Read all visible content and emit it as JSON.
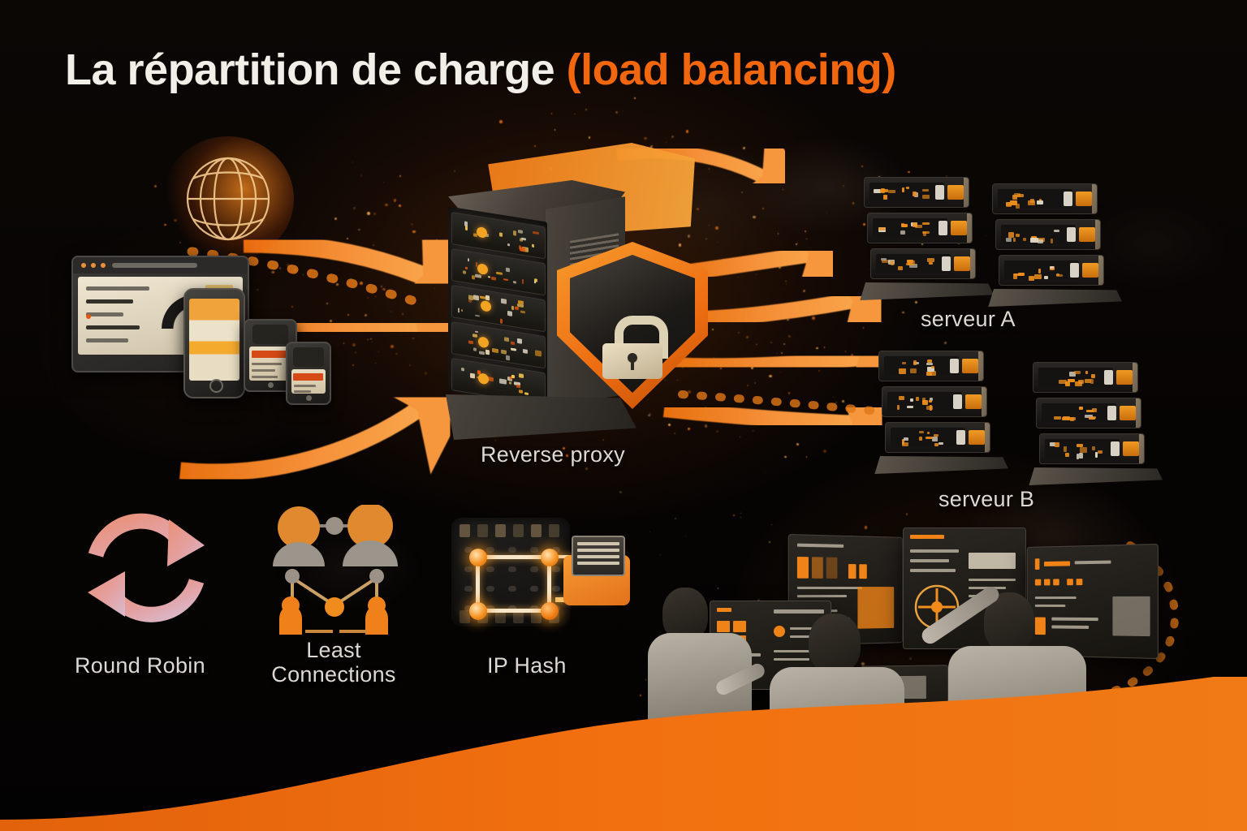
{
  "page": {
    "title_main": "La répartition de charge ",
    "title_accent": "(load balancing)",
    "background_color": "#060403",
    "accent_color": "#f2670e",
    "text_color": "#ddd8d2"
  },
  "nodes": {
    "globe": {
      "icon": "globe-icon"
    },
    "clients": {
      "icon": "client-devices-icon"
    },
    "proxy": {
      "label": "Reverse proxy",
      "icon": "server-shield-lock-icon"
    },
    "server_a": {
      "label": "serveur A",
      "icon": "server-cluster-icon"
    },
    "server_b": {
      "label": "serveur B",
      "icon": "server-cluster-icon"
    }
  },
  "algorithms": [
    {
      "label": "Round Robin",
      "icon": "circular-arrows-icon"
    },
    {
      "label": "Least\nConnections",
      "label_line1": "Least",
      "label_line2": "Connections",
      "icon": "users-connections-icon"
    },
    {
      "label": "IP Hash",
      "icon": "hash-grid-icon"
    }
  ],
  "scene": {
    "noc": {
      "icon": "operators-monitoring-icon",
      "operators": 3,
      "screens": 5
    }
  },
  "decorations": {
    "inbound_arrows": 3,
    "outbound_arrows": 5,
    "dotted_trails": 3,
    "swoosh": "orange-swoosh-band"
  }
}
